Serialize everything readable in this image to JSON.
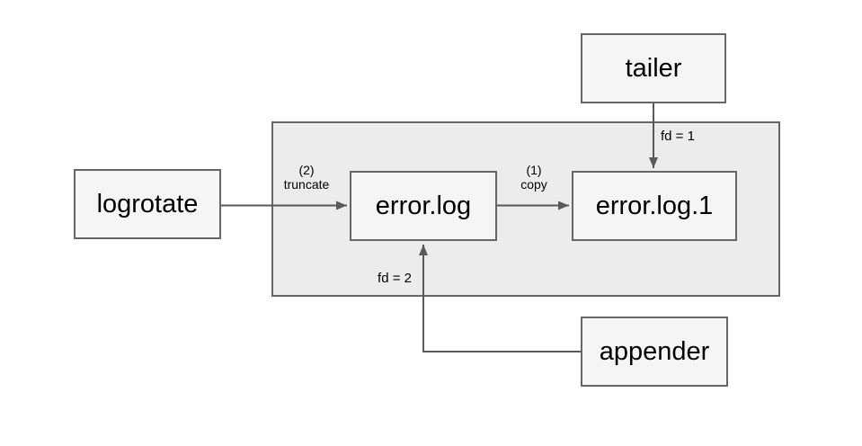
{
  "colors": {
    "background": "#ffffff",
    "container_fill": "#ececec",
    "node_fill": "#f5f5f5",
    "border": "#666666",
    "arrow": "#595959",
    "text": "#000000"
  },
  "nodes": {
    "logrotate": {
      "label": "logrotate"
    },
    "tailer": {
      "label": "tailer"
    },
    "error_log": {
      "label": "error.log"
    },
    "error_log_1": {
      "label": "error.log.1"
    },
    "appender": {
      "label": "appender"
    }
  },
  "edge_labels": {
    "truncate": {
      "step": "(2)",
      "action": "truncate"
    },
    "copy": {
      "step": "(1)",
      "action": "copy"
    },
    "fd1": "fd = 1",
    "fd2": "fd = 2"
  }
}
